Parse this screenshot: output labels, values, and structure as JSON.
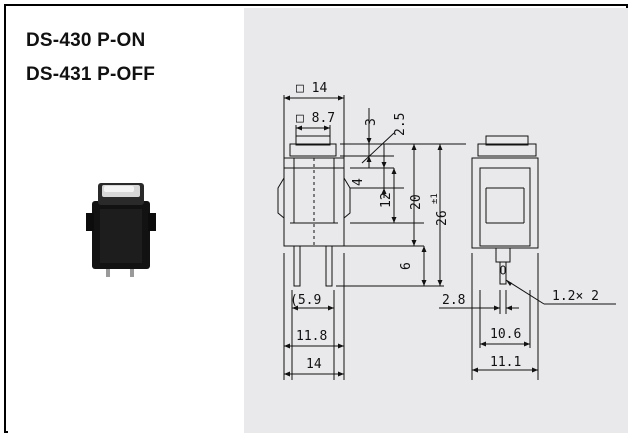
{
  "models": [
    {
      "name": "DS-430 P-ON"
    },
    {
      "name": "DS-431 P-OFF"
    }
  ],
  "drawing": {
    "dims": {
      "sq14": "□ 14",
      "sq87": "□ 8.7",
      "d3": "3",
      "d25": "2.5",
      "d4": "4",
      "d12": "12",
      "d20": "20",
      "d26": "26",
      "d26tol": "±1",
      "d6": "6",
      "p59": "(5.9",
      "w118": "11.8",
      "w14": "14",
      "p28": "2.8",
      "pin12x2": "1.2× 2",
      "w106": "10.6",
      "w111": "11.1"
    }
  },
  "colors": {
    "right_panel_bg": "#e9e9ec",
    "line": "#111111"
  }
}
